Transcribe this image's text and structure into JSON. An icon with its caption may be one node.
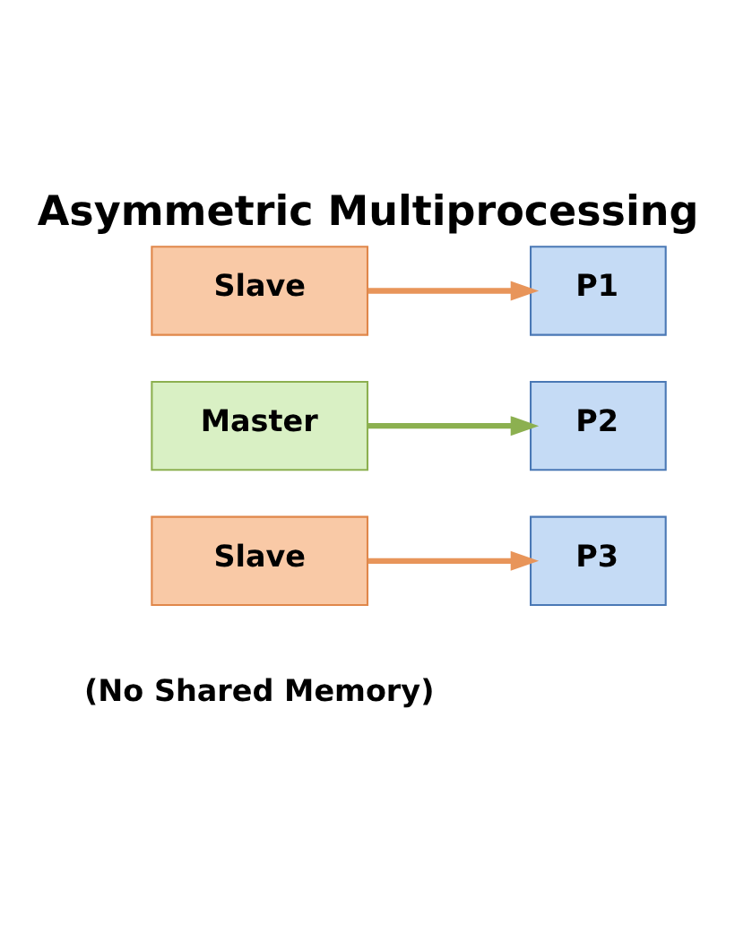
{
  "diagram": {
    "title": "Asymmetric Multiprocessing",
    "caption": "(No Shared Memory)",
    "nodes": [
      {
        "text": [
          "Slave"
        ]
      },
      {
        "text": [
          "P1"
        ]
      },
      {
        "text": [
          "Master"
        ]
      },
      {
        "text": [
          "P2"
        ]
      },
      {
        "text": [
          "Slave"
        ]
      },
      {
        "text": [
          "P3"
        ]
      }
    ],
    "edges": [
      {
        "from": 0,
        "to": 1,
        "arrow": "to"
      },
      {
        "from": 2,
        "to": 3,
        "arrow": "to",
        "color": "#8cb050"
      },
      {
        "from": 4,
        "to": 5,
        "arrow": "to"
      }
    ]
  }
}
